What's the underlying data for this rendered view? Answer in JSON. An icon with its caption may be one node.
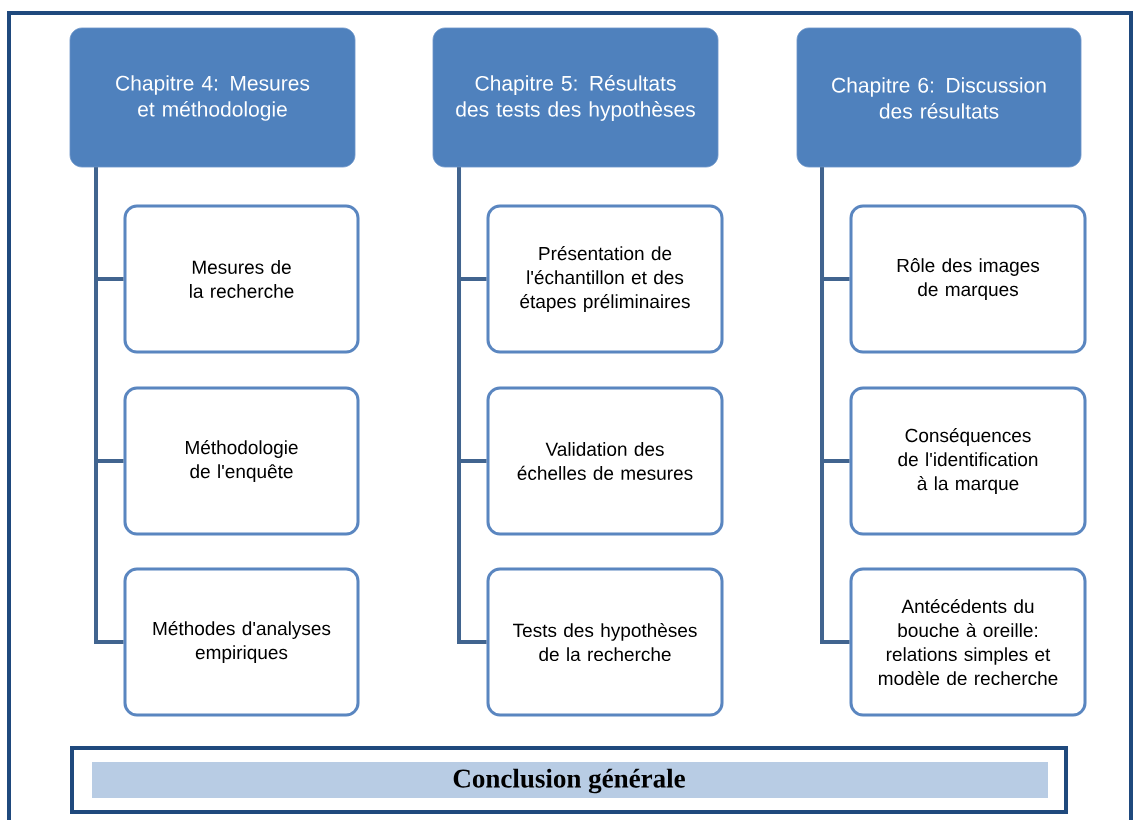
{
  "diagram": {
    "nodes": [
      {
        "text": [
          "Chapitre 4: Mesures et méthodologie"
        ]
      },
      {
        "text": [
          "Mesures de la recherche"
        ]
      },
      {
        "text": [
          "Méthodologie de l'enquête"
        ]
      },
      {
        "text": [
          "Méthodes d'analyses empiriques"
        ]
      },
      {
        "text": [
          "Chapitre 5: Résultats des tests des hypothèses"
        ]
      },
      {
        "text": [
          "Présentation de l'échantillon et des étapes préliminaires"
        ]
      },
      {
        "text": [
          "Validation des échelles de mesures"
        ]
      },
      {
        "text": [
          "Tests des hypothèses de la recherche"
        ]
      },
      {
        "text": [
          "Chapitre 6: Discussion des résultats"
        ]
      },
      {
        "text": [
          "Rôle des images de marques"
        ]
      },
      {
        "text": [
          "Conséquences de l'identification à la marque"
        ]
      },
      {
        "text": [
          "Antécédents du bouche à oreille: relations simples et modèle de recherche"
        ]
      },
      {
        "text": [
          "Conclusion générale"
        ]
      }
    ],
    "edges": [
      {
        "from": 0,
        "to": 1,
        "arrow": "none"
      },
      {
        "from": 0,
        "to": 2,
        "arrow": "none"
      },
      {
        "from": 0,
        "to": 3,
        "arrow": "none"
      },
      {
        "from": 4,
        "to": 5,
        "arrow": "none"
      },
      {
        "from": 4,
        "to": 6,
        "arrow": "none"
      },
      {
        "from": 4,
        "to": 7,
        "arrow": "none"
      },
      {
        "from": 8,
        "to": 9,
        "arrow": "none"
      },
      {
        "from": 8,
        "to": 10,
        "arrow": "none"
      },
      {
        "from": 8,
        "to": 11,
        "arrow": "none"
      }
    ]
  }
}
